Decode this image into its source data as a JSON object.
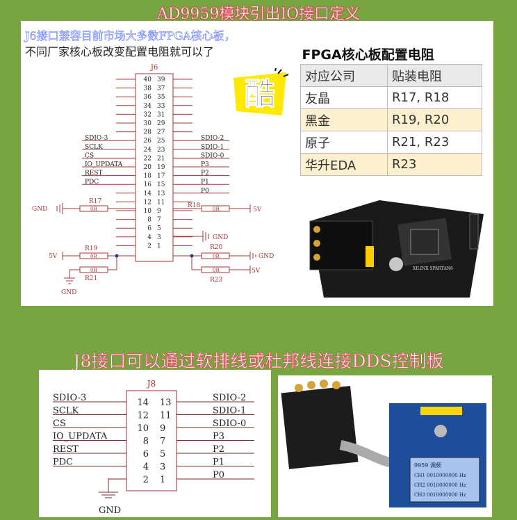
{
  "title_top": "AD9959模块引出IO接口定义",
  "desc_line1": "J6接口兼容目前市场大多数FPGA核心板，",
  "desc_line2": "不同厂家核心板改变配置电阻就可以了",
  "badge_text": "酷",
  "fpga_table": {
    "title": "FPGA核心板配置电阻",
    "header": [
      "对应公司",
      "贴装电阻"
    ],
    "rows": [
      {
        "company": "友晶",
        "res": "R17, R18"
      },
      {
        "company": "黑金",
        "res": "R19, R20"
      },
      {
        "company": "原子",
        "res": "R21, R23"
      },
      {
        "company": "华升EDA",
        "res": "R23"
      }
    ]
  },
  "j6": {
    "name": "J6",
    "pins_left": [
      "40",
      "38",
      "36",
      "34",
      "32",
      "30",
      "28",
      "26",
      "24",
      "22",
      "20",
      "18",
      "16",
      "14",
      "12",
      "10",
      "8",
      "6",
      "4",
      "2"
    ],
    "pins_right": [
      "39",
      "37",
      "35",
      "33",
      "31",
      "29",
      "27",
      "25",
      "23",
      "21",
      "19",
      "17",
      "15",
      "13",
      "11",
      "9",
      "7",
      "5",
      "3",
      "1"
    ],
    "left_signals": [
      "SDIO-3",
      "SCLK",
      "CS",
      "IO_UPDATA",
      "REST",
      "PDC"
    ],
    "right_signals": [
      "SDIO-2",
      "SDIO-1",
      "SDIO-0",
      "P3",
      "P2",
      "P1",
      "P0"
    ],
    "gnd": "GND",
    "v5": "5V",
    "r17": "R17",
    "r18": "R18",
    "r19": "R19",
    "r20": "R20",
    "r21": "R21",
    "r23": "R23",
    "zero": "0R"
  },
  "title_bottom": "J8接口可以通过软排线或杜邦线连接DDS控制板",
  "j8": {
    "name": "J8",
    "pins_left": [
      "14",
      "12",
      "10",
      "8",
      "6",
      "4",
      "2"
    ],
    "pins_right": [
      "13",
      "11",
      "9",
      "7",
      "5",
      "3",
      "1"
    ],
    "left_signals": [
      "SDIO-3",
      "SCLK",
      "CS",
      "IO_UPDATA",
      "REST",
      "PDC"
    ],
    "right_signals": [
      "SDIO-2",
      "SDIO-1",
      "SDIO-0",
      "P3",
      "P2",
      "P1",
      "P0"
    ],
    "gnd": "GND"
  },
  "board1_chip": "XILINX SPARTAN6",
  "lcd": {
    "line1": "9959  调频",
    "line2": "CH1  0010000000 Hz",
    "line3": "CH2  0010000000 Hz",
    "line4": "CH3  0010000000 Hz"
  }
}
